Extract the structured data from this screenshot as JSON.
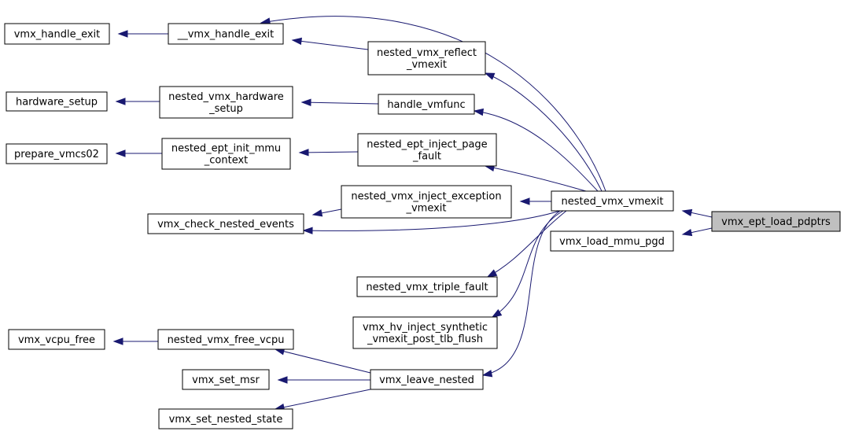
{
  "nodes": {
    "vmx_handle_exit": [
      "vmx_handle_exit"
    ],
    "__vmx_handle_exit": [
      "__vmx_handle_exit"
    ],
    "nested_vmx_reflect_vmexit": [
      "nested_vmx_reflect",
      "_vmexit"
    ],
    "hardware_setup": [
      "hardware_setup"
    ],
    "nested_vmx_hardware_setup": [
      "nested_vmx_hardware",
      "_setup"
    ],
    "handle_vmfunc": [
      "handle_vmfunc"
    ],
    "prepare_vmcs02": [
      "prepare_vmcs02"
    ],
    "nested_ept_init_mmu_context": [
      "nested_ept_init_mmu",
      "_context"
    ],
    "nested_ept_inject_page_fault": [
      "nested_ept_inject_page",
      "_fault"
    ],
    "nested_vmx_inject_exception_vmexit": [
      "nested_vmx_inject_exception",
      "_vmexit"
    ],
    "vmx_check_nested_events": [
      "vmx_check_nested_events"
    ],
    "nested_vmx_vmexit": [
      "nested_vmx_vmexit"
    ],
    "vmx_ept_load_pdptrs": [
      "vmx_ept_load_pdptrs"
    ],
    "vmx_load_mmu_pgd": [
      "vmx_load_mmu_pgd"
    ],
    "nested_vmx_triple_fault": [
      "nested_vmx_triple_fault"
    ],
    "vmx_hv_inject_synthetic_vmexit_post_tlb_flush": [
      "vmx_hv_inject_synthetic",
      "_vmexit_post_tlb_flush"
    ],
    "vmx_vcpu_free": [
      "vmx_vcpu_free"
    ],
    "nested_vmx_free_vcpu": [
      "nested_vmx_free_vcpu"
    ],
    "vmx_set_msr": [
      "vmx_set_msr"
    ],
    "vmx_leave_nested": [
      "vmx_leave_nested"
    ],
    "vmx_set_nested_state": [
      "vmx_set_nested_state"
    ]
  },
  "highlighted": "vmx_ept_load_pdptrs",
  "edges": [
    [
      "__vmx_handle_exit",
      "vmx_handle_exit"
    ],
    [
      "nested_vmx_reflect_vmexit",
      "__vmx_handle_exit"
    ],
    [
      "nested_vmx_vmexit",
      "__vmx_handle_exit"
    ],
    [
      "nested_vmx_hardware_setup",
      "hardware_setup"
    ],
    [
      "handle_vmfunc",
      "nested_vmx_hardware_setup"
    ],
    [
      "nested_ept_init_mmu_context",
      "prepare_vmcs02"
    ],
    [
      "nested_ept_inject_page_fault",
      "nested_ept_init_mmu_context"
    ],
    [
      "nested_vmx_inject_exception_vmexit",
      "vmx_check_nested_events"
    ],
    [
      "nested_vmx_vmexit",
      "nested_vmx_reflect_vmexit"
    ],
    [
      "nested_vmx_vmexit",
      "handle_vmfunc"
    ],
    [
      "nested_vmx_vmexit",
      "nested_ept_inject_page_fault"
    ],
    [
      "nested_vmx_vmexit",
      "nested_vmx_inject_exception_vmexit"
    ],
    [
      "nested_vmx_vmexit",
      "vmx_check_nested_events"
    ],
    [
      "nested_vmx_vmexit",
      "nested_vmx_triple_fault"
    ],
    [
      "nested_vmx_vmexit",
      "vmx_hv_inject_synthetic_vmexit_post_tlb_flush"
    ],
    [
      "nested_vmx_vmexit",
      "vmx_leave_nested"
    ],
    [
      "vmx_ept_load_pdptrs",
      "nested_vmx_vmexit"
    ],
    [
      "vmx_ept_load_pdptrs",
      "vmx_load_mmu_pgd"
    ],
    [
      "nested_vmx_free_vcpu",
      "vmx_vcpu_free"
    ],
    [
      "vmx_leave_nested",
      "nested_vmx_free_vcpu"
    ],
    [
      "vmx_leave_nested",
      "vmx_set_msr"
    ],
    [
      "vmx_leave_nested",
      "vmx_set_nested_state"
    ]
  ],
  "colors": {
    "edge": "#191970",
    "node_border": "#000000",
    "node_fill": "#ffffff",
    "highlight_fill": "#bfbfbf"
  }
}
